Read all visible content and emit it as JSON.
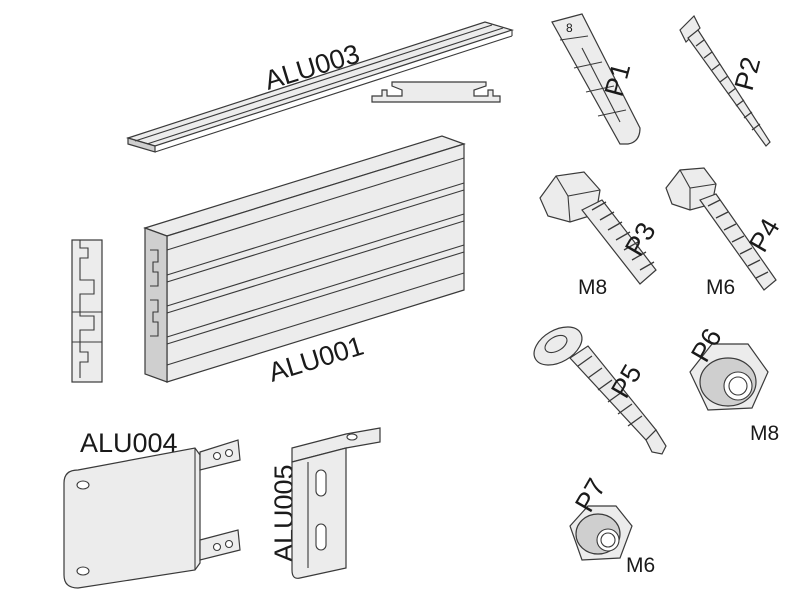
{
  "parts": {
    "alu001": {
      "code": "ALU001"
    },
    "alu003": {
      "code": "ALU003"
    },
    "alu004": {
      "code": "ALU004"
    },
    "alu005": {
      "code": "ALU005"
    },
    "p1": {
      "code": "P1",
      "stamp": "8"
    },
    "p2": {
      "code": "P2"
    },
    "p3": {
      "code": "P3",
      "size": "M8"
    },
    "p4": {
      "code": "P4",
      "size": "M6"
    },
    "p5": {
      "code": "P5"
    },
    "p6": {
      "code": "P6",
      "size": "M8"
    },
    "p7": {
      "code": "P7",
      "size": "M6"
    }
  },
  "icons": {
    "alu003": "rail-profile-icon",
    "alu001": "extrusion-panel-icon",
    "alu004": "mounting-plate-icon",
    "alu005": "angle-bracket-icon",
    "p1": "wall-plug-icon",
    "p2": "wood-screw-icon",
    "p3": "hex-bolt-icon",
    "p4": "hex-bolt-icon",
    "p5": "self-drilling-screw-icon",
    "p6": "lock-nut-icon",
    "p7": "lock-nut-icon"
  }
}
